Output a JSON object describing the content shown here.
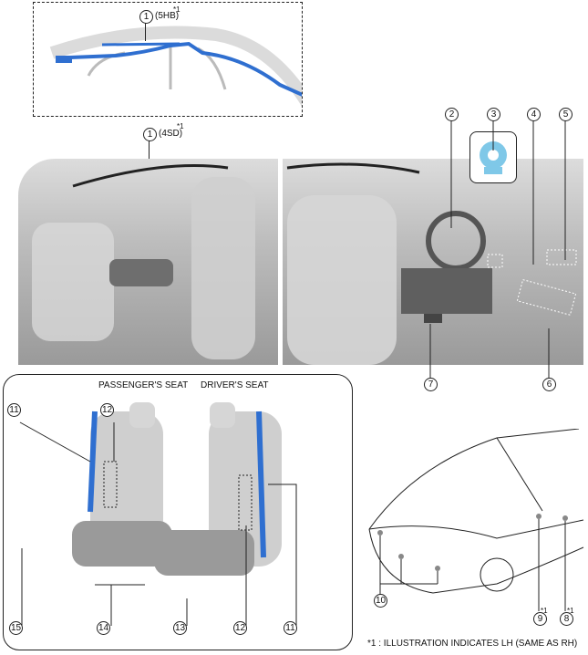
{
  "callouts_top": {
    "hb_num": "1",
    "hb_label": "(5HB)",
    "hb_note": "*1",
    "sd_num": "1",
    "sd_label": "(4SD)",
    "sd_note": "*1"
  },
  "callouts_front": [
    "2",
    "3",
    "4",
    "5",
    "6",
    "7"
  ],
  "seats": {
    "passenger_label": "PASSENGER'S SEAT",
    "driver_label": "DRIVER'S SEAT",
    "callouts": {
      "p11": "11",
      "p12": "12",
      "p15": "15",
      "p14": "14",
      "d13": "13",
      "d12": "12",
      "d11": "11"
    }
  },
  "exterior": {
    "c10": "10",
    "c9": "9",
    "c9_note": "*1",
    "c8": "8",
    "c8_note": "*1"
  },
  "footnote": "*1 : ILLUSTRATION INDICATES LH (SAME AS RH)",
  "colors": {
    "airbag": "#2f6fd0",
    "module": "#7fc8e8"
  }
}
